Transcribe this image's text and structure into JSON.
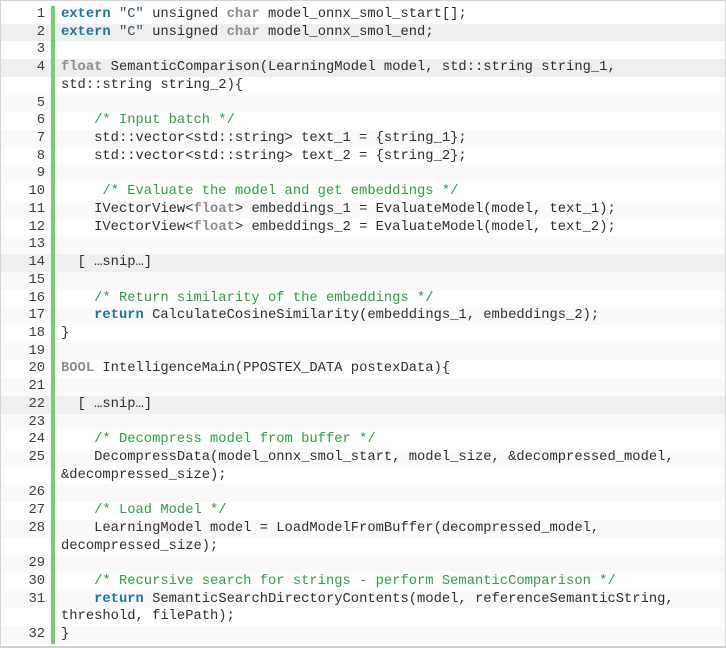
{
  "page": {
    "background": "#ffffff",
    "border_color": "#d5d5d5"
  },
  "gutter": {
    "bar_color": "#74cf74",
    "number_color": "#3d3d3d"
  },
  "palette": {
    "keyword": "#1b759f",
    "type": "#8d8d8d",
    "comment": "#2f9e44",
    "plain": "#2e2e2e",
    "string": "#3d4f63",
    "highlight_row": "#efefef",
    "zebra_row": "#fafafa"
  },
  "code": {
    "language": "cpp",
    "rows": [
      {
        "n": "1",
        "hl": false,
        "t": [
          [
            "kw",
            "extern"
          ],
          [
            "pl",
            " "
          ],
          [
            "str",
            "\"C\""
          ],
          [
            "pl",
            " unsigned "
          ],
          [
            "ty",
            "char"
          ],
          [
            "pl",
            " model_onnx_smol_start[];"
          ]
        ]
      },
      {
        "n": "2",
        "hl": true,
        "t": [
          [
            "kw",
            "extern"
          ],
          [
            "pl",
            " "
          ],
          [
            "str",
            "\"C\""
          ],
          [
            "pl",
            " unsigned "
          ],
          [
            "ty",
            "char"
          ],
          [
            "pl",
            " model_onnx_smol_end;"
          ]
        ]
      },
      {
        "n": "3",
        "hl": false,
        "t": []
      },
      {
        "n": "4",
        "hl": true,
        "t": [
          [
            "ty",
            "float"
          ],
          [
            "pl",
            " SemanticComparison(LearningModel model, std::string string_1,"
          ]
        ]
      },
      {
        "n": "",
        "hl": false,
        "t": [
          [
            "pl",
            "std::string string_2){"
          ]
        ]
      },
      {
        "n": "5",
        "hl": false,
        "t": []
      },
      {
        "n": "6",
        "hl": false,
        "t": [
          [
            "cm",
            "    /* Input batch */"
          ]
        ]
      },
      {
        "n": "7",
        "hl": false,
        "t": [
          [
            "pl",
            "    std::vector<std::string> text_1 = {string_1};"
          ]
        ]
      },
      {
        "n": "8",
        "hl": false,
        "t": [
          [
            "pl",
            "    std::vector<std::string> text_2 = {string_2};"
          ]
        ]
      },
      {
        "n": "9",
        "hl": false,
        "t": []
      },
      {
        "n": "10",
        "hl": false,
        "t": [
          [
            "cm",
            "     /* Evaluate the model and get embeddings */"
          ]
        ]
      },
      {
        "n": "11",
        "hl": false,
        "t": [
          [
            "pl",
            "    IVectorView<"
          ],
          [
            "ty",
            "float"
          ],
          [
            "pl",
            "> embeddings_1 = EvaluateModel(model, text_1);"
          ]
        ]
      },
      {
        "n": "12",
        "hl": false,
        "t": [
          [
            "pl",
            "    IVectorView<"
          ],
          [
            "ty",
            "float"
          ],
          [
            "pl",
            "> embeddings_2 = EvaluateModel(model, text_2);"
          ]
        ]
      },
      {
        "n": "13",
        "hl": false,
        "t": []
      },
      {
        "n": "14",
        "hl": true,
        "t": [
          [
            "pl",
            "  [ …snip…]"
          ]
        ]
      },
      {
        "n": "15",
        "hl": false,
        "t": []
      },
      {
        "n": "16",
        "hl": false,
        "t": [
          [
            "cm",
            "    /* Return similarity of the embeddings */"
          ]
        ]
      },
      {
        "n": "17",
        "hl": false,
        "t": [
          [
            "pl",
            "    "
          ],
          [
            "kw",
            "return"
          ],
          [
            "pl",
            " CalculateCosineSimilarity(embeddings_1, embeddings_2);"
          ]
        ]
      },
      {
        "n": "18",
        "hl": false,
        "t": [
          [
            "pl",
            "}"
          ]
        ]
      },
      {
        "n": "19",
        "hl": false,
        "t": []
      },
      {
        "n": "20",
        "hl": false,
        "t": [
          [
            "ty",
            "BOOL"
          ],
          [
            "pl",
            " IntelligenceMain(PPOSTEX_DATA postexData){"
          ]
        ]
      },
      {
        "n": "21",
        "hl": false,
        "t": []
      },
      {
        "n": "22",
        "hl": true,
        "t": [
          [
            "pl",
            "  [ …snip…]"
          ]
        ]
      },
      {
        "n": "23",
        "hl": false,
        "t": []
      },
      {
        "n": "24",
        "hl": false,
        "t": [
          [
            "cm",
            "    /* Decompress model from buffer */"
          ]
        ]
      },
      {
        "n": "25",
        "hl": false,
        "t": [
          [
            "pl",
            "    DecompressData(model_onnx_smol_start, model_size, &decompressed_model,"
          ]
        ]
      },
      {
        "n": "",
        "hl": false,
        "t": [
          [
            "pl",
            "&decompressed_size);"
          ]
        ]
      },
      {
        "n": "26",
        "hl": false,
        "t": []
      },
      {
        "n": "27",
        "hl": false,
        "t": [
          [
            "cm",
            "    /* Load Model */"
          ]
        ]
      },
      {
        "n": "28",
        "hl": false,
        "t": [
          [
            "pl",
            "    LearningModel model = LoadModelFromBuffer(decompressed_model,"
          ]
        ]
      },
      {
        "n": "",
        "hl": false,
        "t": [
          [
            "pl",
            "decompressed_size);"
          ]
        ]
      },
      {
        "n": "29",
        "hl": false,
        "t": []
      },
      {
        "n": "30",
        "hl": false,
        "t": [
          [
            "cm",
            "    /* Recursive search for strings - perform SemanticComparison */"
          ]
        ]
      },
      {
        "n": "31",
        "hl": false,
        "t": [
          [
            "pl",
            "    "
          ],
          [
            "kw",
            "return"
          ],
          [
            "pl",
            " SemanticSearchDirectoryContents(model, referenceSemanticString,"
          ]
        ]
      },
      {
        "n": "",
        "hl": false,
        "t": [
          [
            "pl",
            "threshold, filePath);"
          ]
        ]
      },
      {
        "n": "32",
        "hl": false,
        "t": [
          [
            "pl",
            "}"
          ]
        ]
      }
    ]
  }
}
